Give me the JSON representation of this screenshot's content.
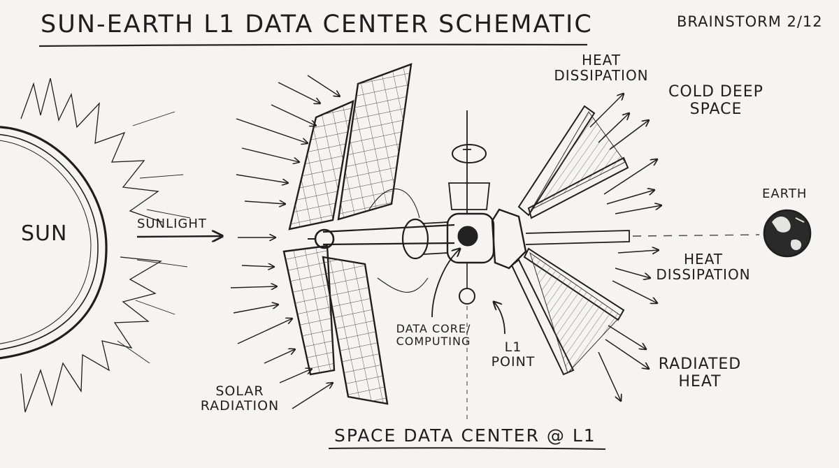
{
  "title": "SUN-EARTH L1 DATA CENTER SCHEMATIC",
  "note": "BRAINSTORM 2/12",
  "bodies": {
    "sun": "SUN",
    "earth": "EARTH"
  },
  "labels": {
    "sunlight": "SUNLIGHT",
    "solar_radiation": "SOLAR RADIATION",
    "heat_dissipation_top": "HEAT DISSIPATION",
    "cold_deep_space": "COLD DEEP SPACE",
    "heat_dissipation_mid": "HEAT DISSIPATION",
    "radiated_heat": "RADIATED HEAT",
    "data_core": "DATA CORE/ COMPUTING",
    "l1_point": "L1 POINT"
  },
  "caption": "SPACE DATA CENTER @ L1",
  "colors": {
    "ink": "#1e1e1e",
    "paper": "#f5f4f0"
  }
}
